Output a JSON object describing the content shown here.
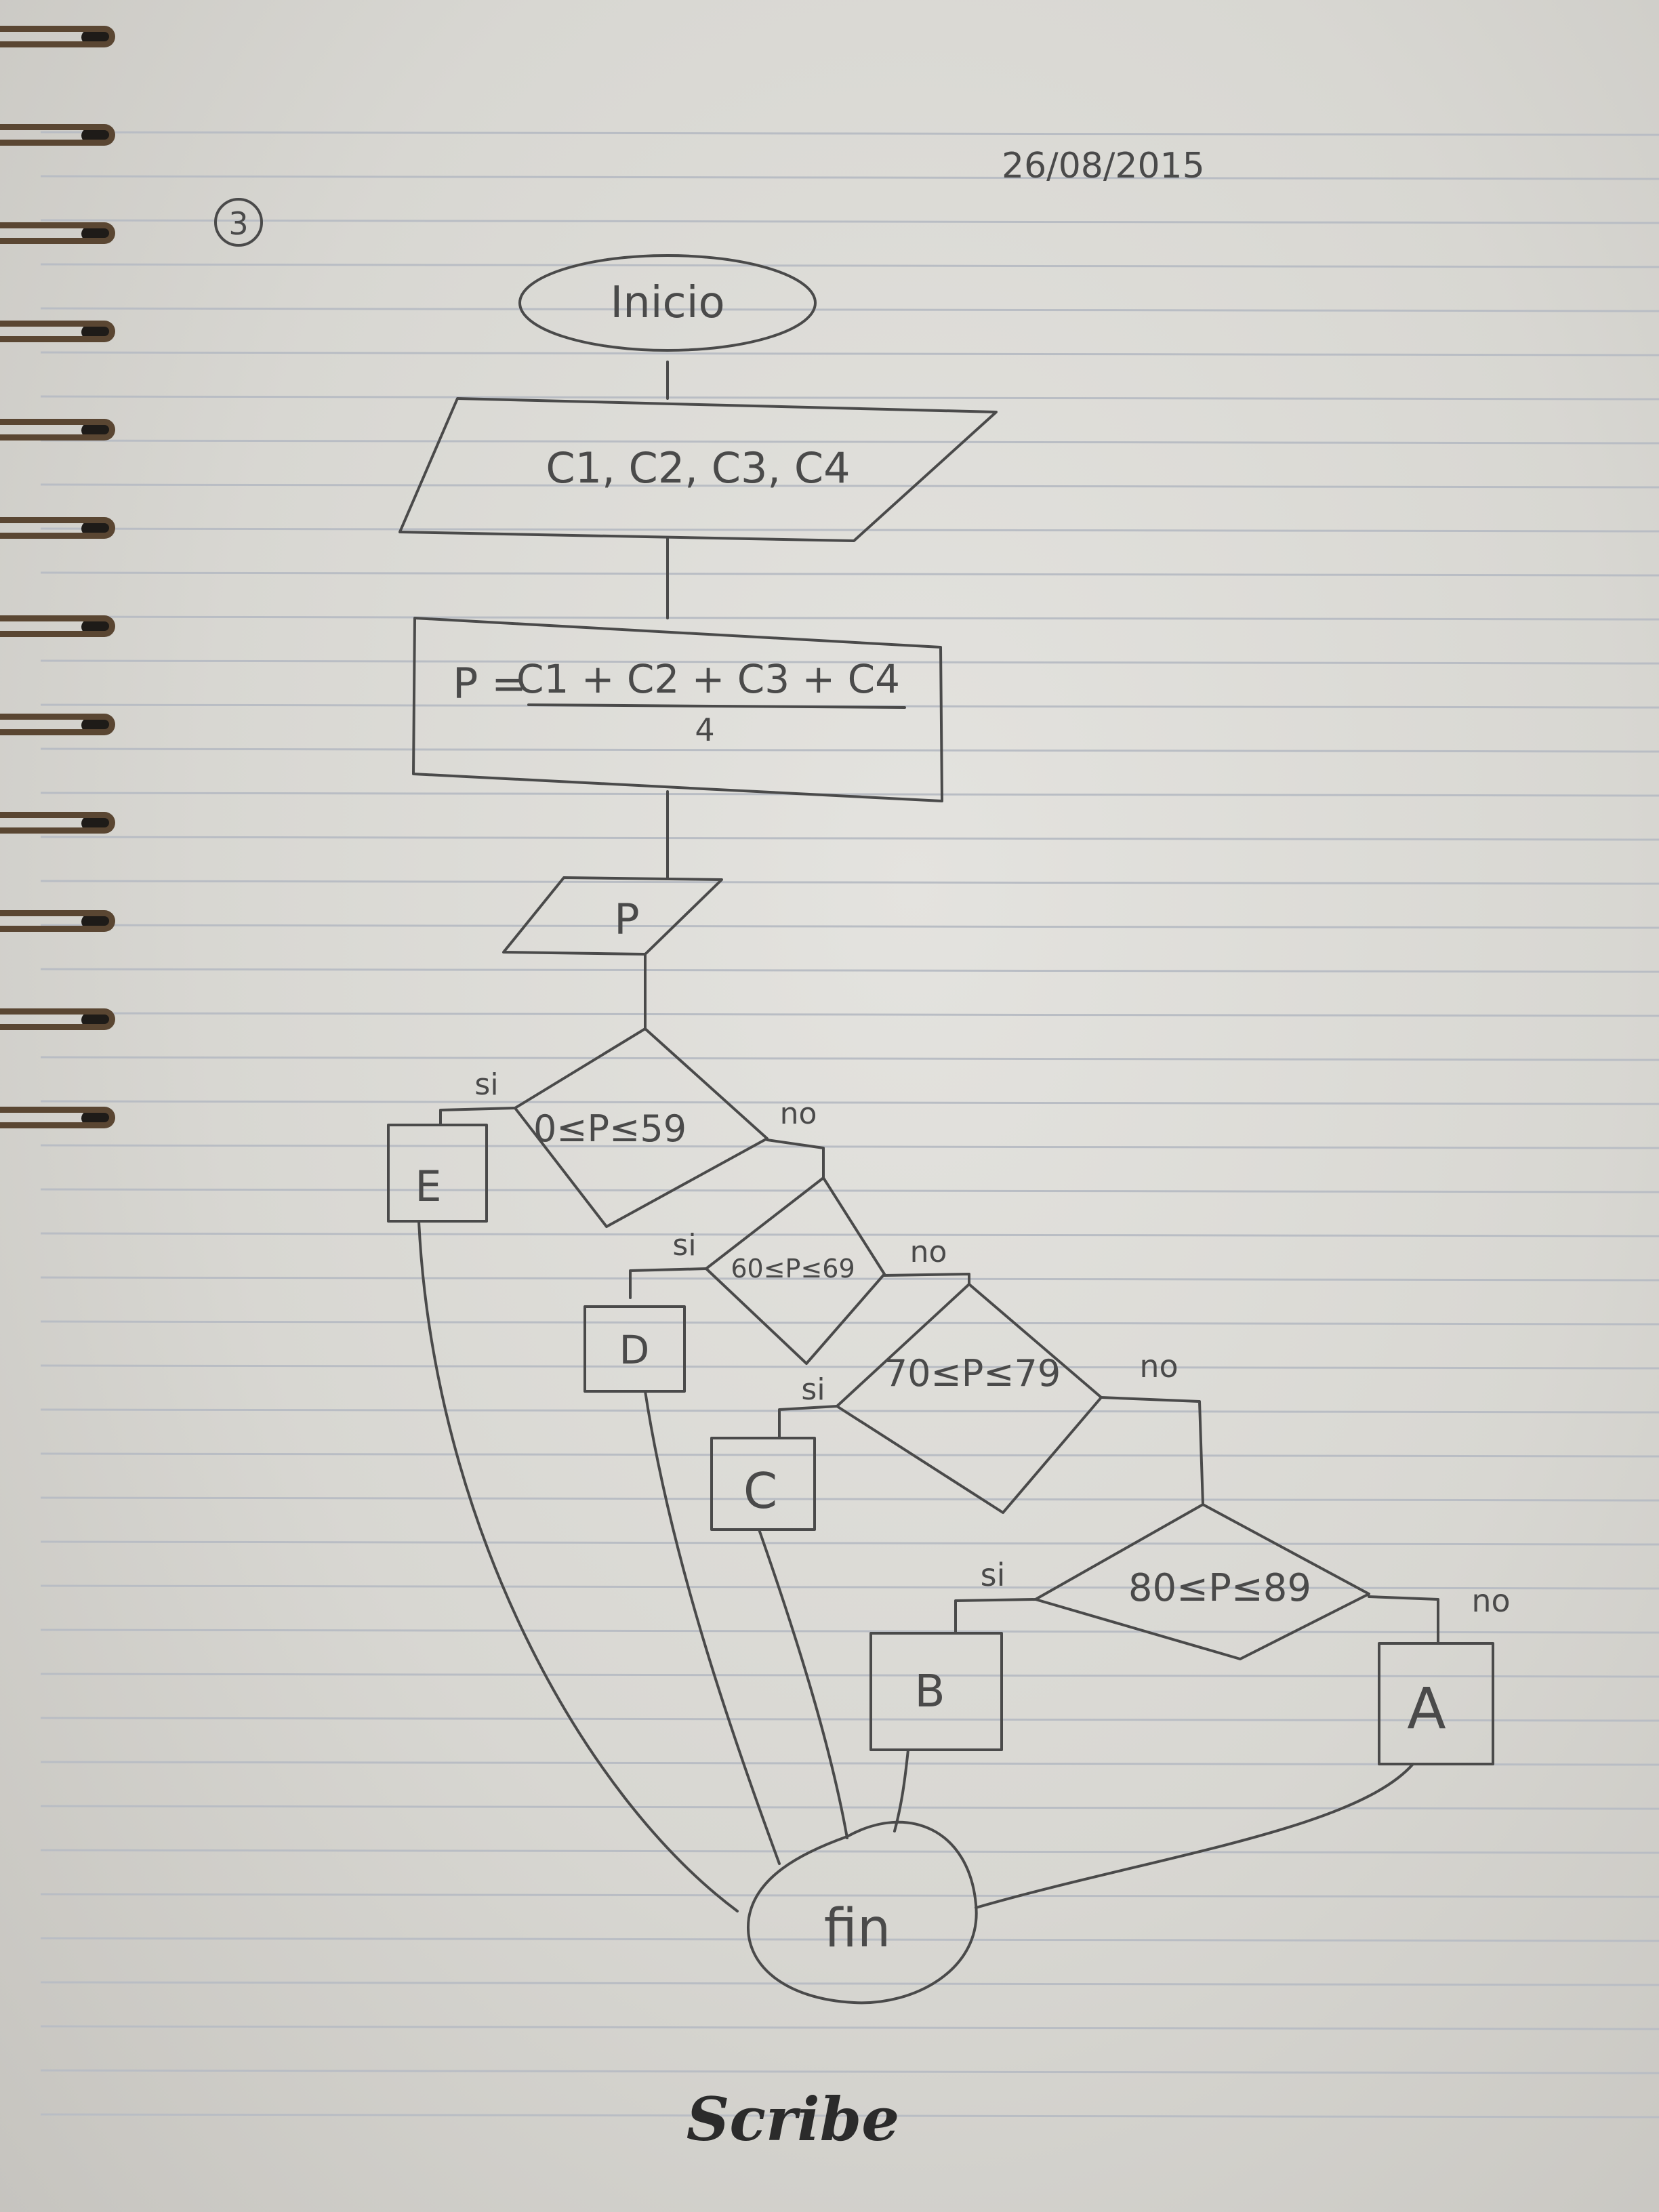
{
  "page": {
    "date": "26/08/2015",
    "exercise_number": "3",
    "brand_logo": "Scribe"
  },
  "flowchart": {
    "start": "Inicio",
    "input": "C1, C2, C3, C4",
    "process": {
      "lhs": "P =",
      "numerator": "C1 + C2 + C3 + C4",
      "denominator": "4"
    },
    "output": "P",
    "decisions": [
      {
        "condition": "0≤P≤59",
        "yes_label": "si",
        "no_label": "no"
      },
      {
        "condition": "60≤P≤69",
        "yes_label": "si",
        "no_label": "no"
      },
      {
        "condition": "70≤P≤79",
        "yes_label": "si",
        "no_label": "no"
      },
      {
        "condition": "80≤P≤89",
        "yes_label": "si",
        "no_label": "no"
      }
    ],
    "grades": [
      "E",
      "D",
      "C",
      "B",
      "A"
    ],
    "end": "fin"
  },
  "colors": {
    "ink": "#4a4a4a",
    "paper": "#e2e1dd",
    "ruled_line": "#b9bdc4",
    "spiral": "#5a4632"
  }
}
